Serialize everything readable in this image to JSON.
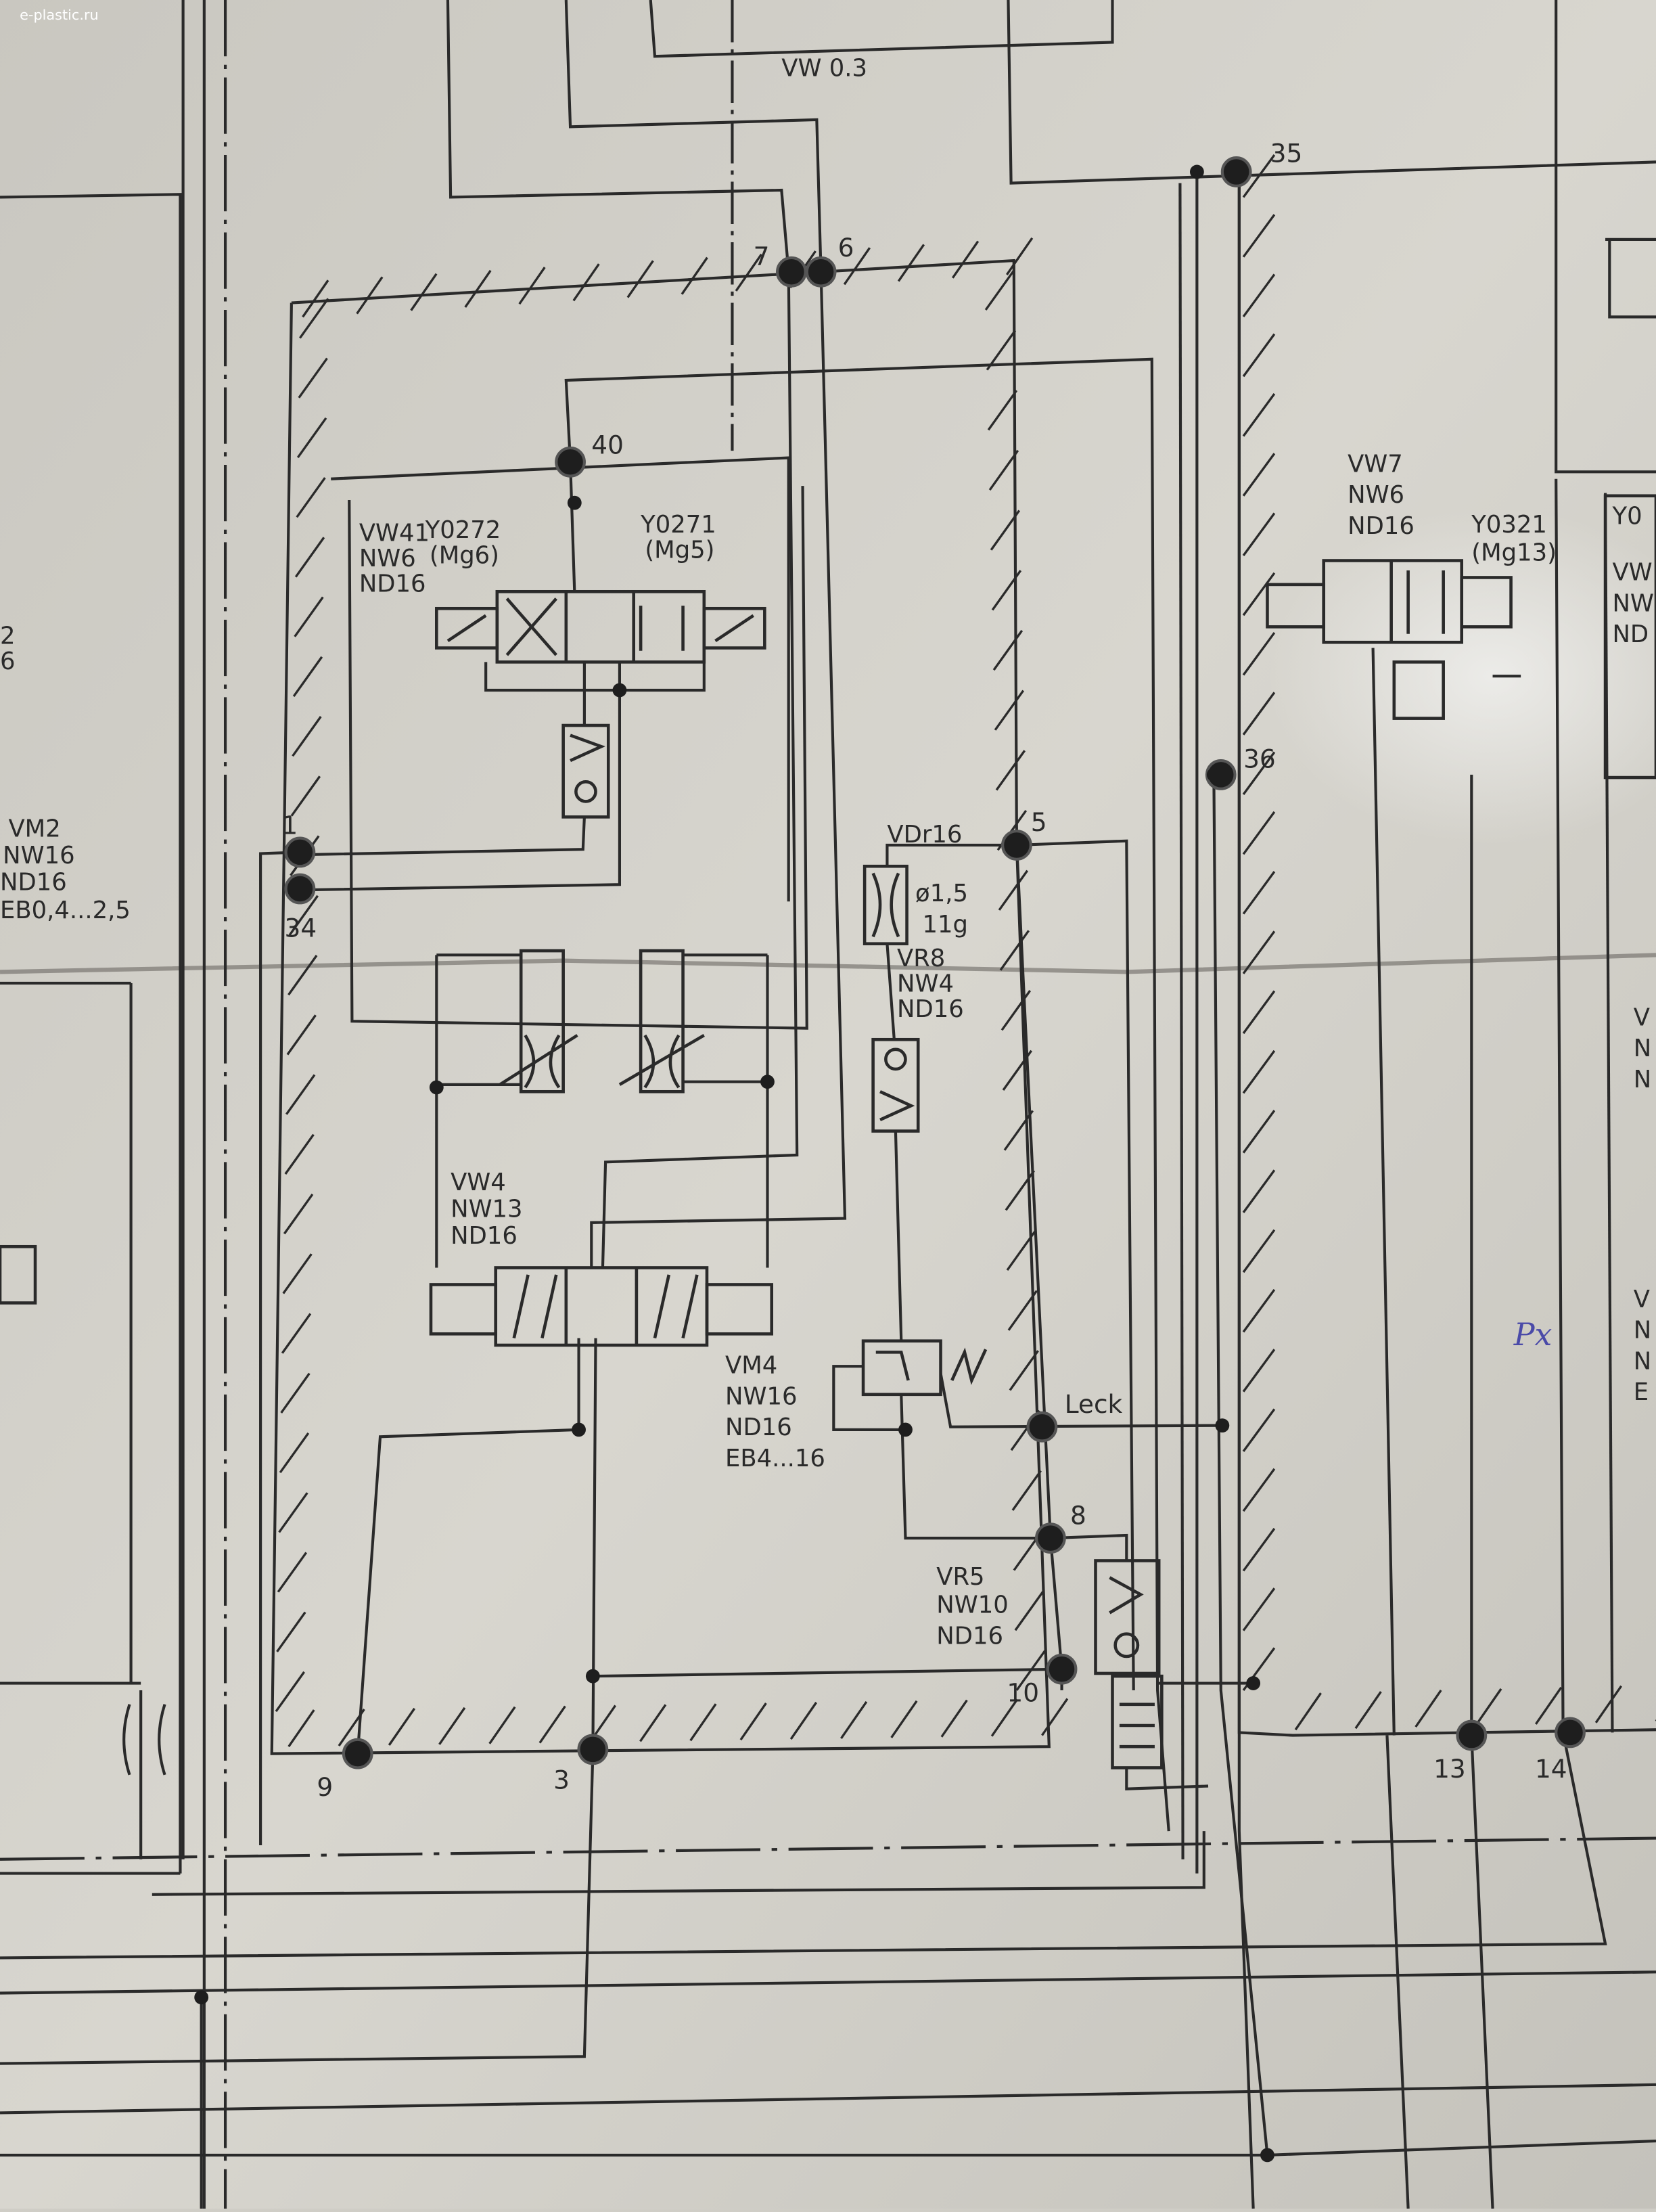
{
  "watermark": "e-plastic.ru",
  "colors": {
    "paper": "#cfcdc6",
    "ink": "#2a2a2a",
    "handwriting": "#4a4aa8"
  },
  "components": {
    "vw03": {
      "label": "VW 0.3"
    },
    "vw41": {
      "name": "VW41",
      "nw": "NW6",
      "nd": "ND16",
      "sol_a": "Y0272",
      "sol_a_mg": "(Mg6)",
      "sol_b": "Y0271",
      "sol_b_mg": "(Mg5)"
    },
    "vw7": {
      "name": "VW7",
      "nw": "NW6",
      "nd": "ND16",
      "sol": "Y0321",
      "sol_mg": "(Mg13)"
    },
    "vm2": {
      "name": "VM2",
      "nw": "NW16",
      "nd": "ND16",
      "eb": "EB0,4...2,5"
    },
    "vdr16": {
      "name": "VDr16",
      "dia": "ø1,5",
      "mark": "11g"
    },
    "vr8": {
      "name": "VR8",
      "nw": "NW4",
      "nd": "ND16"
    },
    "vw4": {
      "name": "VW4",
      "nw": "NW13",
      "nd": "ND16"
    },
    "vm4": {
      "name": "VM4",
      "nw": "NW16",
      "nd": "ND16",
      "eb": "EB4...16"
    },
    "vr5": {
      "name": "VR5",
      "nw": "NW10",
      "nd": "ND16"
    },
    "right_partial": {
      "y": "Y0",
      "vw": "VW",
      "nw": "NW",
      "nd": "ND",
      "v2": "V",
      "n2": "N",
      "n3": "N",
      "v3": "V",
      "n4": "N",
      "n5": "N",
      "e": "E"
    },
    "left_partial": {
      "a": "2",
      "b": "6"
    }
  },
  "ports": {
    "p7": "7",
    "p6": "6",
    "p35": "35",
    "p40": "40",
    "p1": "1",
    "p34": "34",
    "p5": "5",
    "p36": "36",
    "leck": "Leck",
    "p8": "8",
    "p10": "10",
    "p9": "9",
    "p3": "3",
    "p13": "13",
    "p14": "14"
  },
  "annotation": "Px"
}
